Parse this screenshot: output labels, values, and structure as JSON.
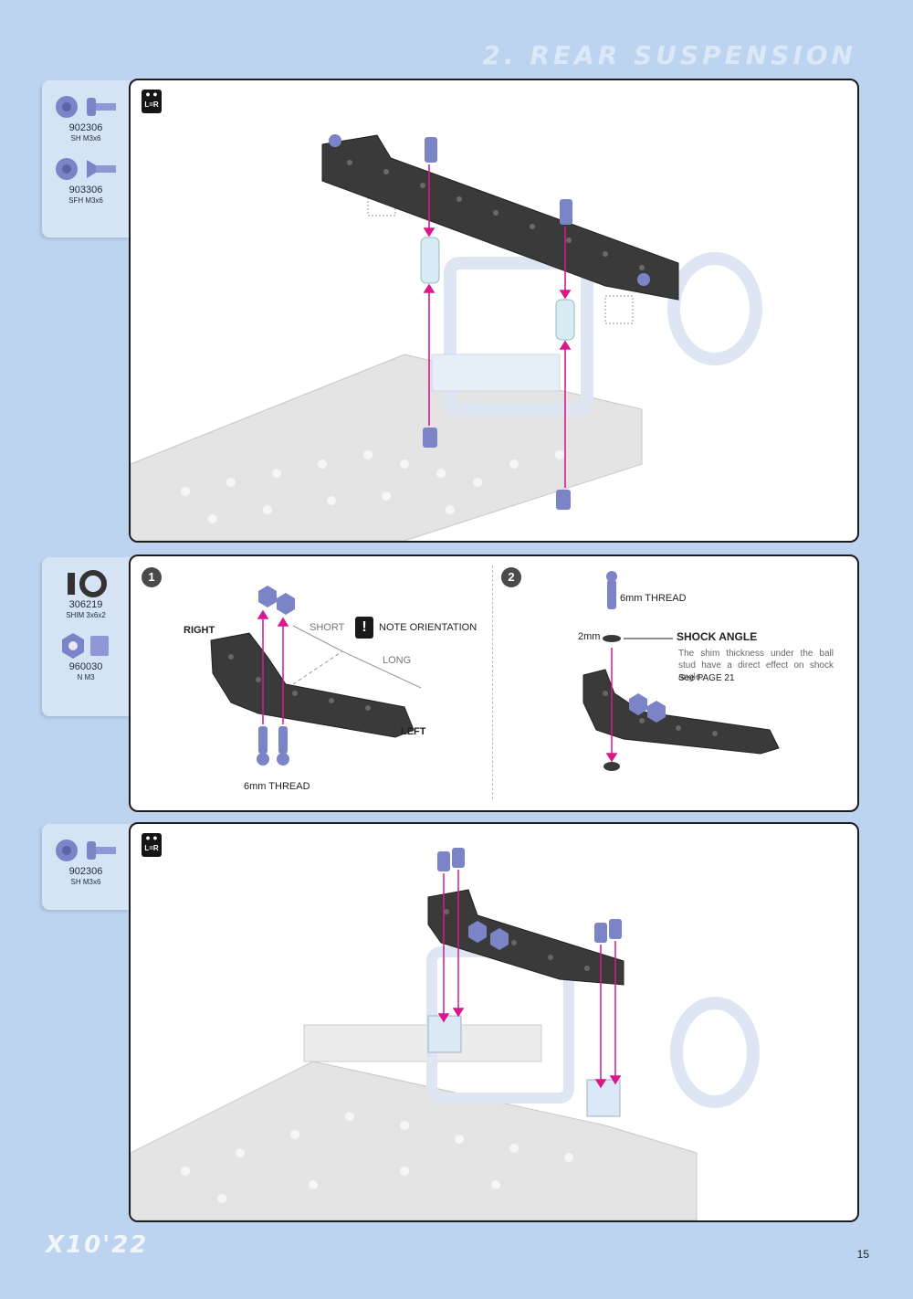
{
  "header": {
    "title": "2. REAR SUSPENSION"
  },
  "parts_boxes": [
    {
      "parts": [
        {
          "code": "902306",
          "desc": "SH M3x6",
          "icon": "socket-head-screw-icon"
        },
        {
          "code": "903306",
          "desc": "SFH M3x6",
          "icon": "flat-head-screw-icon"
        }
      ]
    },
    {
      "parts": [
        {
          "code": "306219",
          "desc": "SHIM 3x6x2",
          "icon": "shim-icon"
        },
        {
          "code": "960030",
          "desc": "N M3",
          "icon": "nut-icon"
        }
      ]
    },
    {
      "parts": [
        {
          "code": "902306",
          "desc": "SH M3x6",
          "icon": "socket-head-screw-icon"
        }
      ]
    }
  ],
  "panel1": {
    "badge": "L=R"
  },
  "panel2": {
    "step1": {
      "number": "1",
      "right_label": "RIGHT",
      "left_label": "LEFT",
      "short_label": "SHORT",
      "long_label": "LONG",
      "note_label": "NOTE ORIENTATION",
      "thread_label": "6mm THREAD"
    },
    "step2": {
      "number": "2",
      "thread_label": "6mm THREAD",
      "shim_label": "2mm",
      "title": "SHOCK ANGLE",
      "description": "The shim thickness under the ball stud have a direct effect on shock angle.",
      "see_page": "See PAGE 21"
    }
  },
  "panel3": {
    "badge": "L=R"
  },
  "footer": {
    "logo": "X10'22",
    "page_number": "15"
  },
  "colors": {
    "background": "#bcd4f0",
    "arrow": "#d8198c",
    "screw": "#7c84c8",
    "carbon": "#3a3a3a"
  }
}
